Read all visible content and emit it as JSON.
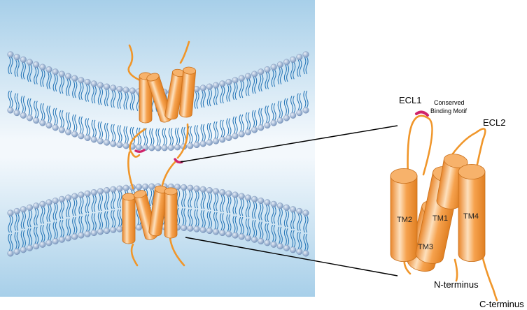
{
  "labels": {
    "ecl1": "ECL1",
    "ecl2": "ECL2",
    "motif_line1": "Conserved",
    "motif_line2": "Binding Motif",
    "tm1": "TM1",
    "tm2": "TM2",
    "tm3": "TM3",
    "tm4": "TM4",
    "n_terminus": "N-terminus",
    "c_terminus": "C-terminus"
  },
  "colors": {
    "background_top": "#a9d1ea",
    "background_mid": "#f4f9fd",
    "lipid_head": "#7f9ec4",
    "lipid_tail": "#2a78b8",
    "helix_light": "#fde3c2",
    "helix_main": "#f5a04a",
    "helix_dark": "#e07f22",
    "loop": "#f0962a",
    "motif": "#d0246a",
    "callout_line": "#000000"
  }
}
